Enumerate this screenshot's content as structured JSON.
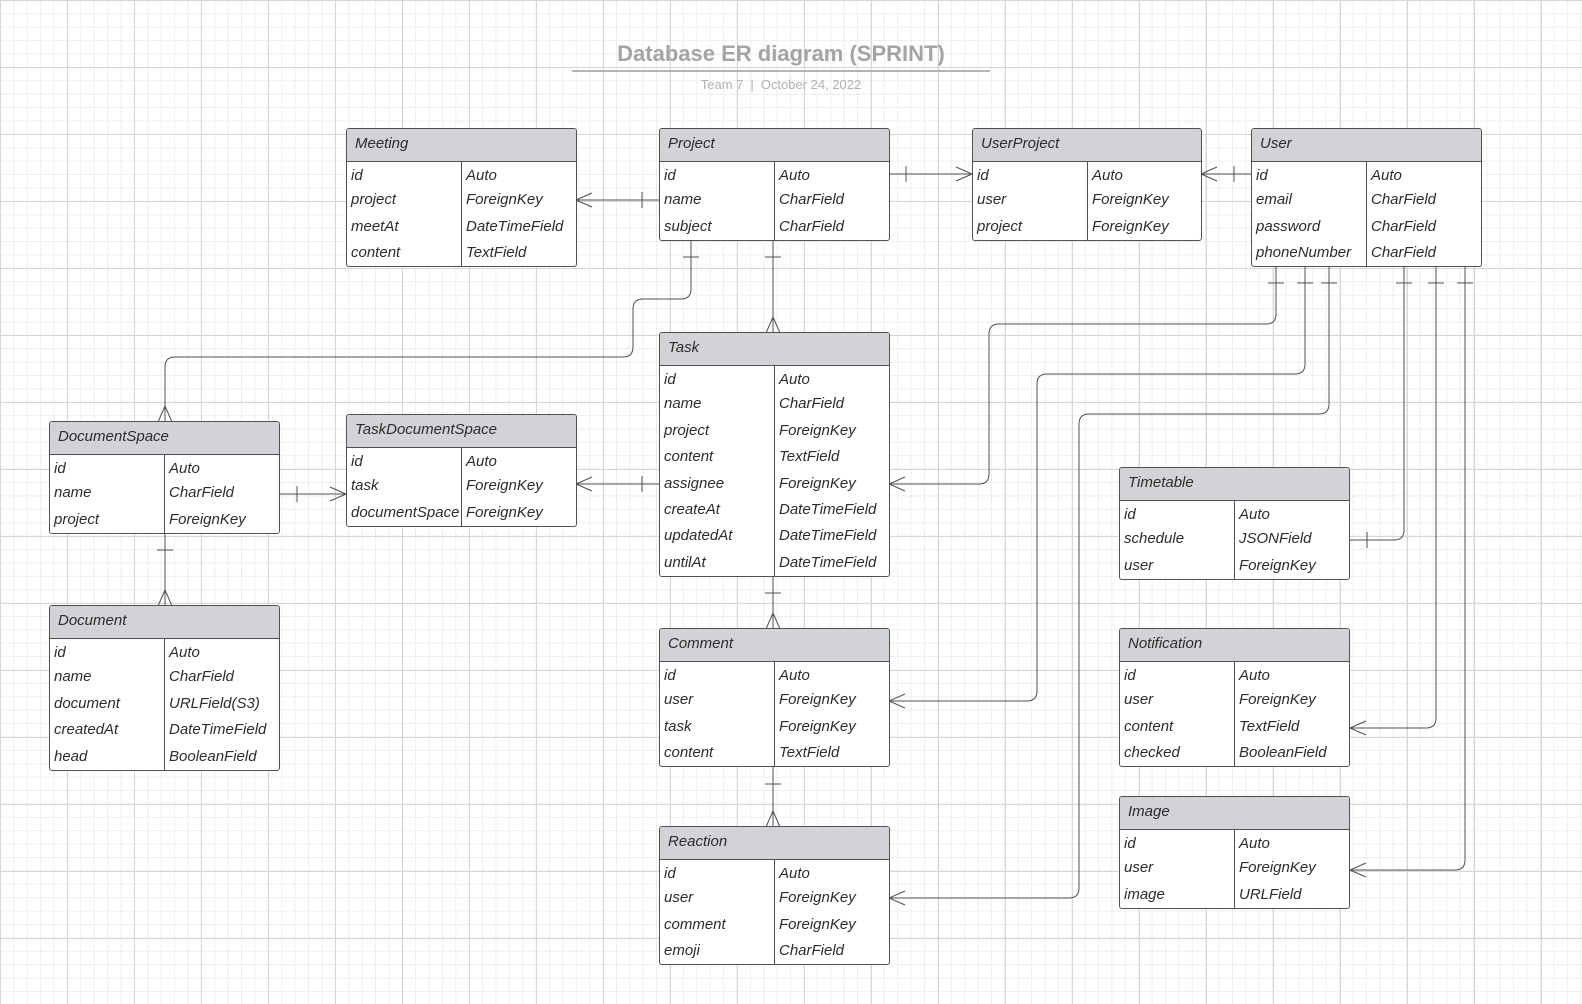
{
  "title": "Database ER diagram (SPRINT)",
  "subtitle": {
    "team": "Team 7",
    "separator": "|",
    "date": "October 24, 2022"
  },
  "entities": {
    "meeting": {
      "name": "Meeting",
      "fields": [
        {
          "name": "id",
          "type": "Auto"
        },
        {
          "name": "project",
          "type": "ForeignKey"
        },
        {
          "name": "meetAt",
          "type": "DateTimeField"
        },
        {
          "name": "content",
          "type": "TextField"
        }
      ]
    },
    "project": {
      "name": "Project",
      "fields": [
        {
          "name": "id",
          "type": "Auto"
        },
        {
          "name": "name",
          "type": "CharField"
        },
        {
          "name": "subject",
          "type": "CharField"
        }
      ]
    },
    "userproject": {
      "name": "UserProject",
      "fields": [
        {
          "name": "id",
          "type": "Auto"
        },
        {
          "name": "user",
          "type": "ForeignKey"
        },
        {
          "name": "project",
          "type": "ForeignKey"
        }
      ]
    },
    "user": {
      "name": "User",
      "fields": [
        {
          "name": "id",
          "type": "Auto"
        },
        {
          "name": "email",
          "type": "CharField"
        },
        {
          "name": "password",
          "type": "CharField"
        },
        {
          "name": "phoneNumber",
          "type": "CharField"
        }
      ]
    },
    "task": {
      "name": "Task",
      "fields": [
        {
          "name": "id",
          "type": "Auto"
        },
        {
          "name": "name",
          "type": "CharField"
        },
        {
          "name": "project",
          "type": "ForeignKey"
        },
        {
          "name": "content",
          "type": "TextField"
        },
        {
          "name": "assignee",
          "type": "ForeignKey"
        },
        {
          "name": "createAt",
          "type": "DateTimeField"
        },
        {
          "name": "updatedAt",
          "type": "DateTimeField"
        },
        {
          "name": "untilAt",
          "type": "DateTimeField"
        }
      ]
    },
    "documentspace": {
      "name": "DocumentSpace",
      "fields": [
        {
          "name": "id",
          "type": "Auto"
        },
        {
          "name": "name",
          "type": "CharField"
        },
        {
          "name": "project",
          "type": "ForeignKey"
        }
      ]
    },
    "taskdocumentspace": {
      "name": "TaskDocumentSpace",
      "fields": [
        {
          "name": "id",
          "type": "Auto"
        },
        {
          "name": "task",
          "type": "ForeignKey"
        },
        {
          "name": "documentSpace",
          "type": "ForeignKey"
        }
      ]
    },
    "document": {
      "name": "Document",
      "fields": [
        {
          "name": "id",
          "type": "Auto"
        },
        {
          "name": "name",
          "type": "CharField"
        },
        {
          "name": "document",
          "type": "URLField(S3)"
        },
        {
          "name": "createdAt",
          "type": "DateTimeField"
        },
        {
          "name": "head",
          "type": "BooleanField"
        }
      ]
    },
    "timetable": {
      "name": "Timetable",
      "fields": [
        {
          "name": "id",
          "type": "Auto"
        },
        {
          "name": "schedule",
          "type": "JSONField"
        },
        {
          "name": "user",
          "type": "ForeignKey"
        }
      ]
    },
    "comment": {
      "name": "Comment",
      "fields": [
        {
          "name": "id",
          "type": "Auto"
        },
        {
          "name": "user",
          "type": "ForeignKey"
        },
        {
          "name": "task",
          "type": "ForeignKey"
        },
        {
          "name": "content",
          "type": "TextField"
        }
      ]
    },
    "notification": {
      "name": "Notification",
      "fields": [
        {
          "name": "id",
          "type": "Auto"
        },
        {
          "name": "user",
          "type": "ForeignKey"
        },
        {
          "name": "content",
          "type": "TextField"
        },
        {
          "name": "checked",
          "type": "BooleanField"
        }
      ]
    },
    "reaction": {
      "name": "Reaction",
      "fields": [
        {
          "name": "id",
          "type": "Auto"
        },
        {
          "name": "user",
          "type": "ForeignKey"
        },
        {
          "name": "comment",
          "type": "ForeignKey"
        },
        {
          "name": "emoji",
          "type": "CharField"
        }
      ]
    },
    "image": {
      "name": "Image",
      "fields": [
        {
          "name": "id",
          "type": "Auto"
        },
        {
          "name": "user",
          "type": "ForeignKey"
        },
        {
          "name": "image",
          "type": "URLField"
        }
      ]
    }
  },
  "relationships": [
    {
      "from": "project",
      "to": "meeting",
      "kind": "one-to-many"
    },
    {
      "from": "project",
      "to": "userproject",
      "kind": "one-to-many"
    },
    {
      "from": "user",
      "to": "userproject",
      "kind": "one-to-many"
    },
    {
      "from": "project",
      "to": "task",
      "kind": "one-to-many"
    },
    {
      "from": "project",
      "to": "documentspace",
      "kind": "one-to-many"
    },
    {
      "from": "documentspace",
      "to": "taskdocumentspace",
      "kind": "one-to-many"
    },
    {
      "from": "task",
      "to": "taskdocumentspace",
      "kind": "one-to-many"
    },
    {
      "from": "documentspace",
      "to": "document",
      "kind": "one-to-many"
    },
    {
      "from": "task",
      "to": "comment",
      "kind": "one-to-many"
    },
    {
      "from": "comment",
      "to": "reaction",
      "kind": "one-to-many"
    },
    {
      "from": "user",
      "to": "task",
      "kind": "one-to-many"
    },
    {
      "from": "user",
      "to": "comment",
      "kind": "one-to-many"
    },
    {
      "from": "user",
      "to": "reaction",
      "kind": "one-to-many"
    },
    {
      "from": "user",
      "to": "timetable",
      "kind": "one-to-one"
    },
    {
      "from": "user",
      "to": "notification",
      "kind": "one-to-many"
    },
    {
      "from": "user",
      "to": "image",
      "kind": "one-to-many"
    }
  ],
  "colors": {
    "header": "#d1d3d7",
    "line": "#505154",
    "title": "#a3a4a8"
  }
}
